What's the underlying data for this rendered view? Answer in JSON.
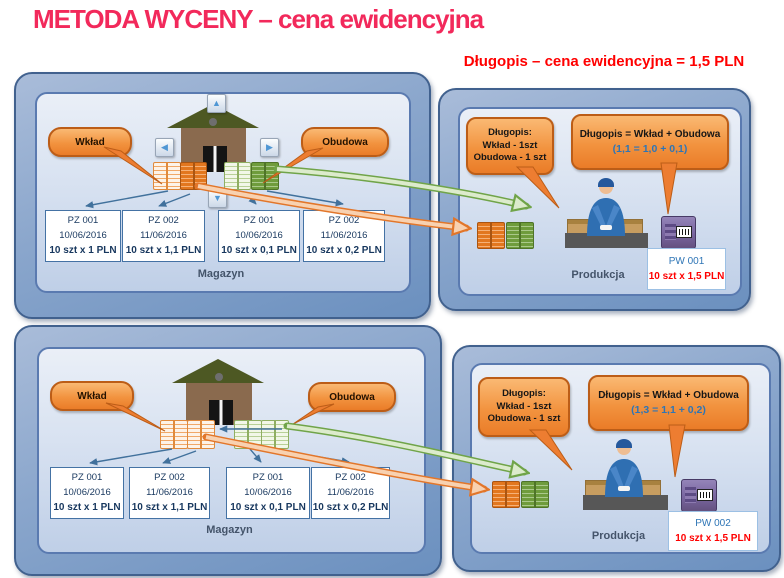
{
  "title": "METODA WYCENY – cena ewidencyjna",
  "subtitle": "Długopis – cena ewidencyjna = 1,5 PLN",
  "colors": {
    "title_pink": "#f2295b",
    "subtitle_red": "#ff0000",
    "accent_orange": "#ed7d31",
    "accent_green": "#70ad47",
    "panel_blue": "#6b90bf",
    "formula_blue": "#2e75b6",
    "price_red": "#ff0000"
  },
  "nav": {
    "up": "▲",
    "left": "◀",
    "right": "▶",
    "down": "▼"
  },
  "magazyn_top": {
    "label": "Magazyn",
    "wklad": "Wkład",
    "obudowa": "Obudowa",
    "pz": [
      {
        "l1": "PZ 001",
        "l2": "10/06/2016",
        "l3": "10 szt x 1 PLN"
      },
      {
        "l1": "PZ 002",
        "l2": "11/06/2016",
        "l3": "10 szt x 1,1 PLN"
      },
      {
        "l1": "PZ 001",
        "l2": "10/06/2016",
        "l3": "10 szt x 0,1 PLN"
      },
      {
        "l1": "PZ 002",
        "l2": "11/06/2016",
        "l3": "10 szt x 0,2 PLN"
      }
    ]
  },
  "produkcja_top": {
    "label": "Produkcja",
    "recipe": {
      "l1": "Długopis:",
      "l2": "Wkład - 1szt",
      "l3": "Obudowa - 1 szt"
    },
    "formula": {
      "l1": "Długopis = Wkład + Obudowa",
      "l2": "(1,1 = 1,0 + 0,1)"
    },
    "pw": {
      "id": "PW 001",
      "qty": "10 szt x 1,5 PLN"
    }
  },
  "magazyn_bottom": {
    "label": "Magazyn",
    "wklad": "Wkład",
    "obudowa": "Obudowa",
    "pz": [
      {
        "l1": "PZ 001",
        "l2": "10/06/2016",
        "l3": "10 szt x 1 PLN"
      },
      {
        "l1": "PZ 002",
        "l2": "11/06/2016",
        "l3": "10 szt x 1,1 PLN"
      },
      {
        "l1": "PZ 001",
        "l2": "10/06/2016",
        "l3": "10 szt x 0,1 PLN"
      },
      {
        "l1": "PZ 002",
        "l2": "11/06/2016",
        "l3": "10 szt x 0,2 PLN"
      }
    ]
  },
  "produkcja_bottom": {
    "label": "Produkcja",
    "recipe": {
      "l1": "Długopis:",
      "l2": "Wkład - 1szt",
      "l3": "Obudowa - 1 szt"
    },
    "formula": {
      "l1": "Długopis = Wkład + Obudowa",
      "l2": "(1,3 = 1,1 + 0,2)"
    },
    "pw": {
      "id": "PW 002",
      "qty": "10 szt x 1,5 PLN"
    }
  }
}
